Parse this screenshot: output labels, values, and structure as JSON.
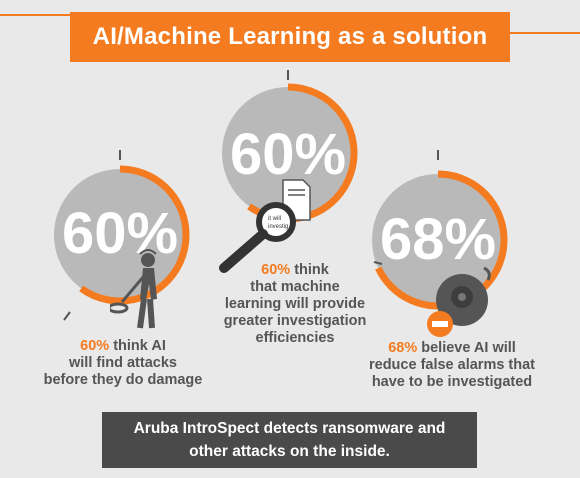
{
  "title": "AI/Machine Learning as a solution",
  "stats": [
    {
      "percent": "60%",
      "highlight": "60%",
      "caption_line1": " think AI",
      "caption_line2": "will find attacks",
      "caption_line3": "before they do damage",
      "progress": 0.6,
      "icon": "person-metal-detector-icon"
    },
    {
      "percent": "60%",
      "highlight": "60%",
      "caption_line1": " think",
      "caption_line2": "that machine",
      "caption_line3": "learning will provide",
      "caption_line4": "greater investigation",
      "caption_line5": "efficiencies",
      "progress": 0.6,
      "icon": "magnifier-document-icon",
      "doc_text": "it will\ninvestig"
    },
    {
      "percent": "68%",
      "highlight": "68%",
      "caption_line1": " believe AI will",
      "caption_line2": "reduce false alarms that",
      "caption_line3": "have to be investigated",
      "progress": 0.68,
      "icon": "alarm-mute-icon"
    }
  ],
  "footer": {
    "line1": "Aruba IntroSpect detects ransomware and",
    "line2": "other attacks on the inside."
  },
  "colors": {
    "accent": "#f47b20",
    "circle": "#b9b9b9",
    "text": "#555555",
    "dark": "#4a4a4a"
  }
}
